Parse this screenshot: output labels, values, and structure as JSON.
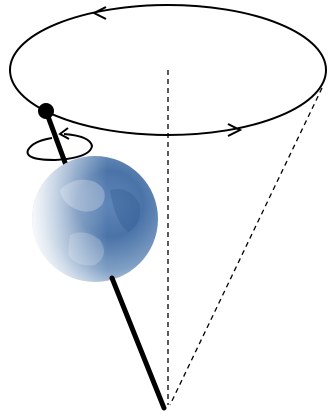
{
  "figure": {
    "kind": "precession-diagram",
    "elements": [
      "precession-orbit-ellipse",
      "orbit-arrow-top",
      "orbit-arrow-bottom",
      "vertical-axis-dashed",
      "cone-edge-dashed",
      "spin-axis-rod",
      "spin-axis-tip-dot",
      "spin-rotation-arrow",
      "spinning-sphere"
    ],
    "colors": {
      "stroke": "#000000",
      "background": "#ffffff",
      "sphere_light": "#dfe8f2",
      "sphere_mid": "#7f9fc4",
      "sphere_dark": "#2f5a8f"
    },
    "line_styles": {
      "orbit": "solid",
      "vertical_axis": "dashed",
      "cone_edge": "dashed",
      "spin_axis": "solid-thick"
    },
    "orbit_direction": "counterclockwise-as-seen-from-above"
  }
}
